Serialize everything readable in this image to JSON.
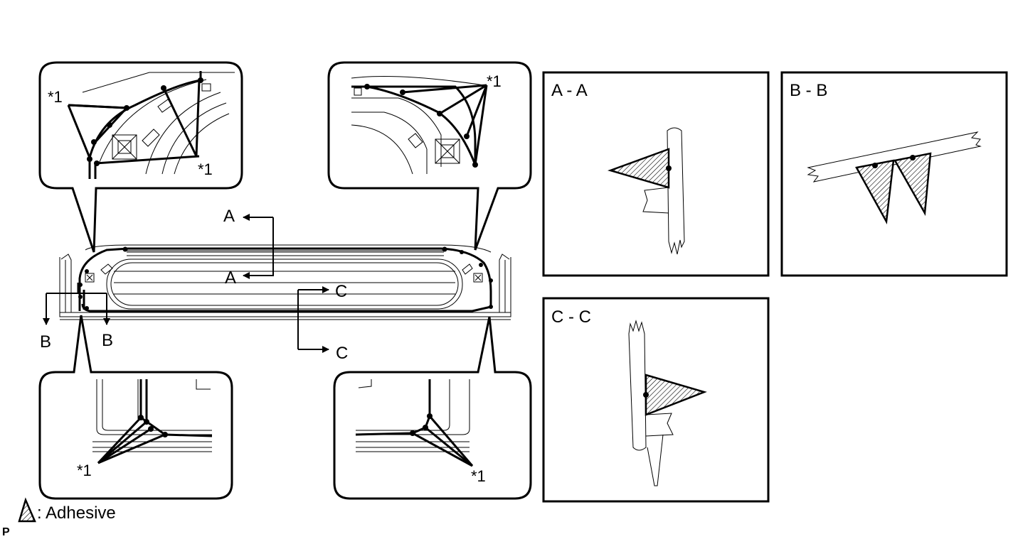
{
  "callout_labels": {
    "top_left_a": "*1",
    "top_left_b": "*1",
    "top_right": "*1",
    "bottom_left": "*1",
    "bottom_right": "*1"
  },
  "section_markers": {
    "a_top": "A",
    "a_bottom": "A",
    "b_left": "B",
    "b_right": "B",
    "c_top": "C",
    "c_bottom": "C"
  },
  "section_views": {
    "aa_title": "A - A",
    "bb_title": "B - B",
    "cc_title": "C - C"
  },
  "legend": {
    "text": ": Adhesive"
  },
  "corner_mark": "P"
}
